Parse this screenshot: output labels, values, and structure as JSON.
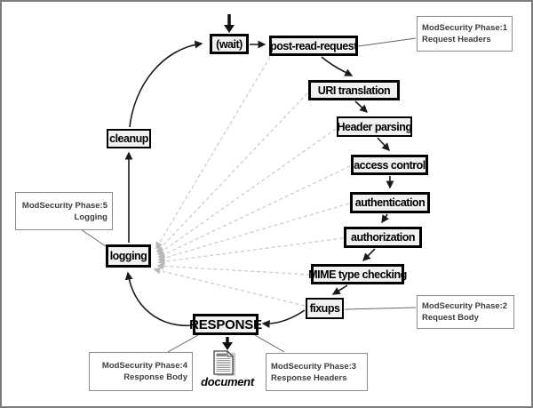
{
  "nodes": {
    "wait": {
      "label": "(wait)"
    },
    "post_read_request": {
      "label": "post-read-request"
    },
    "uri_translation": {
      "label": "URI translation"
    },
    "header_parsing": {
      "label": "Header parsing"
    },
    "access_control": {
      "label": "access control"
    },
    "authentication": {
      "label": "authentication"
    },
    "authorization": {
      "label": "authorization"
    },
    "mime_type_checking": {
      "label": "MIME type checking"
    },
    "fixups": {
      "label": "fixups"
    },
    "response": {
      "label": "RESPONSE"
    },
    "logging": {
      "label": "logging"
    },
    "cleanup": {
      "label": "cleanup"
    }
  },
  "annotations": {
    "phase1": {
      "title": "ModSecurity Phase:1",
      "subtitle": "Request Headers"
    },
    "phase2": {
      "title": "ModSecurity Phase:2",
      "subtitle": "Request Body"
    },
    "phase3": {
      "title": "ModSecurity Phase:3",
      "subtitle": "Response Headers"
    },
    "phase4": {
      "title": "ModSecurity Phase:4",
      "subtitle": "Response Body"
    },
    "phase5": {
      "title": "ModSecurity Phase:5",
      "subtitle": "Logging"
    }
  },
  "document": {
    "label": "document"
  },
  "colors": {
    "node_border": "#000000",
    "node_background": "#f1f1f1",
    "annotation_border": "#8a8a8a",
    "annotation_text": "#3d3d3d",
    "solid_arrow": "#1a1a1a",
    "dashed_hook_line": "#c9c9c9",
    "frame_border": "#7d7d7d"
  }
}
